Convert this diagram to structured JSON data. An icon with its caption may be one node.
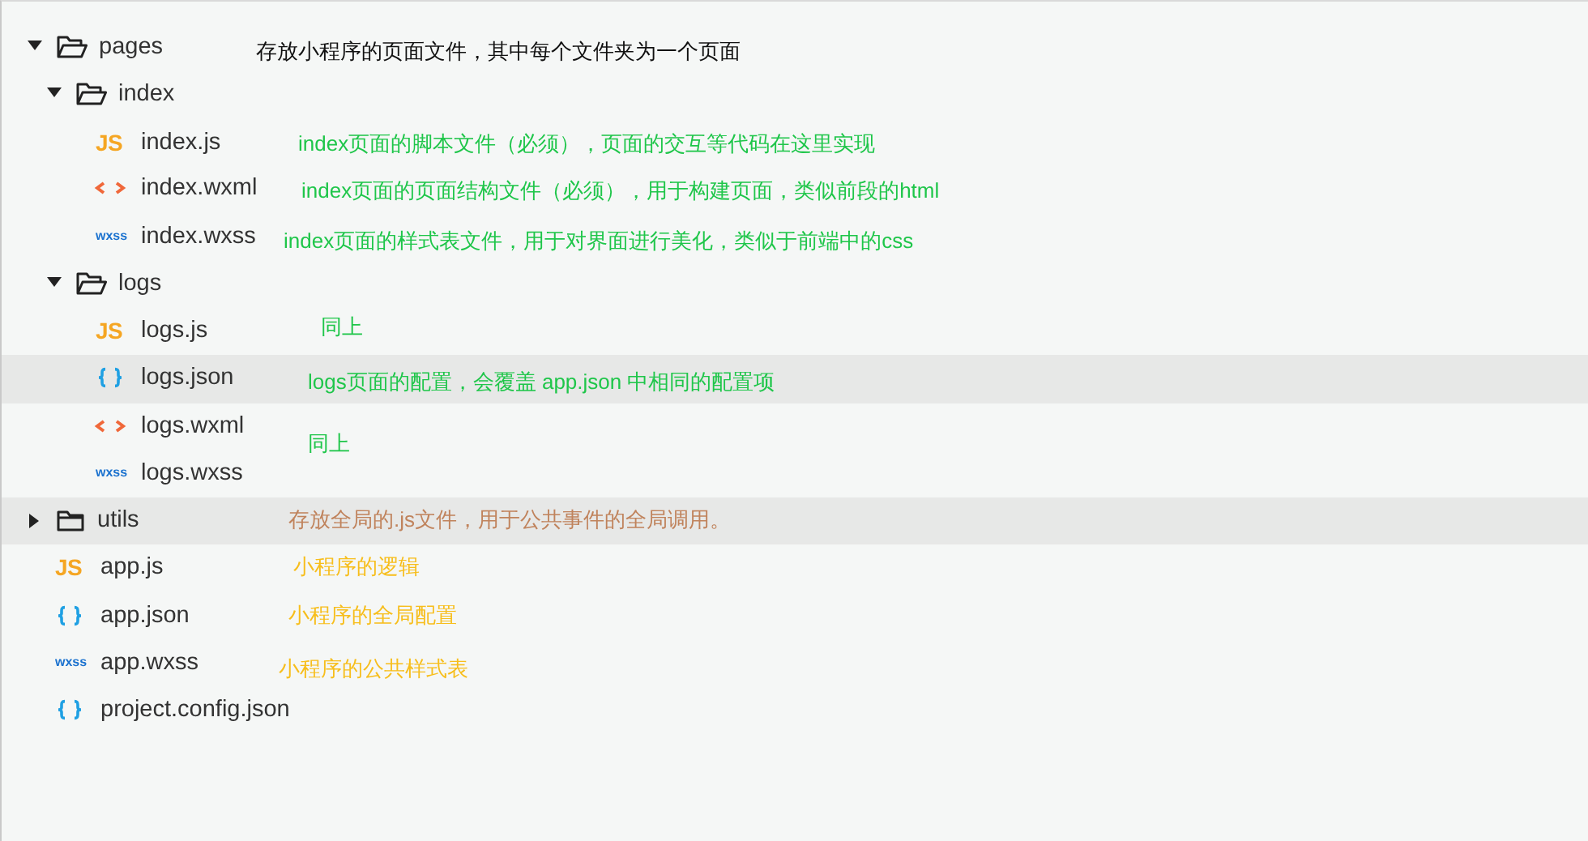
{
  "diagram": {
    "nodes": [
      {
        "text": [
          "logs.json",
          "logs页面的配置，会覆盖 app.json 中相同的配置项"
        ]
      },
      {
        "text": [
          "utils",
          "存放全局的.js文件，用于公共事件的全局调用。"
        ]
      }
    ],
    "labels": [
      "pages",
      "存放小程序的页面文件，其中每个文件夹为一个页面",
      "index",
      "JS",
      "index.js",
      "index页面的脚本文件（必须），页面的交互等代码在这里实现",
      "index.wxml",
      "index页面的页面结构文件（必须），用于构建页面，类似前段的html",
      "wxss",
      "index.wxss",
      "index页面的样式表文件，用于对界面进行美化，类似于前端中的css",
      "logs",
      "JS",
      "logs.js",
      "同上",
      "logs.wxml",
      "同上",
      "wxss",
      "logs.wxss",
      "JS",
      "app.js",
      "小程序的逻辑",
      "app.json",
      "小程序的全局配置",
      "wxss",
      "app.wxss",
      "小程序的公共样式表",
      "project.config.json"
    ]
  }
}
